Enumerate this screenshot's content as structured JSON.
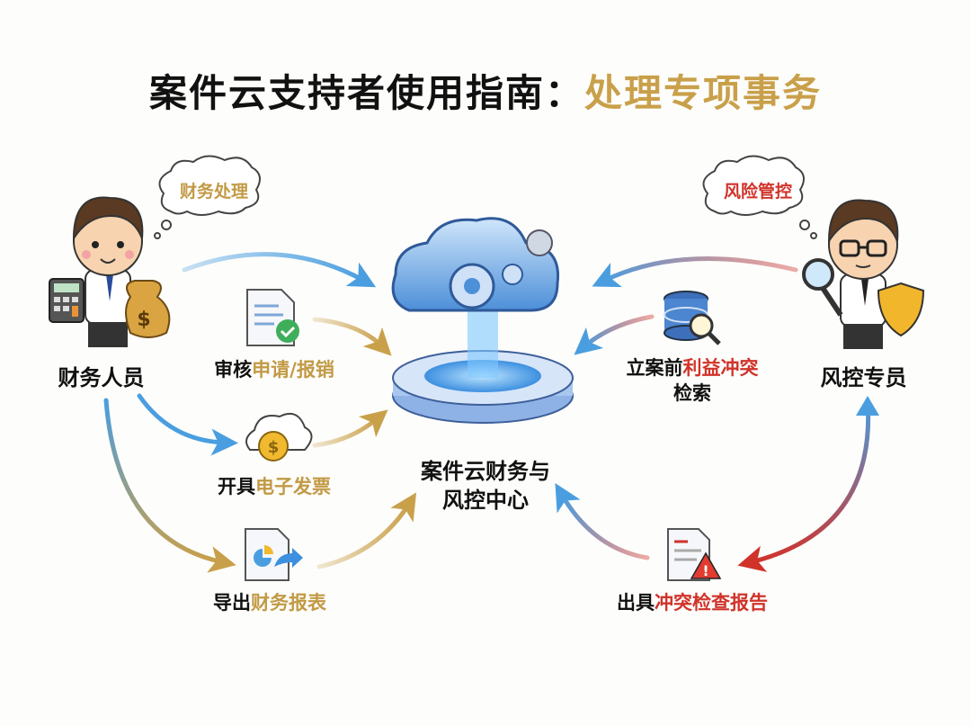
{
  "title": {
    "prefix": "案件云支持者使用指南：",
    "highlight": "处理专项事务"
  },
  "colors": {
    "gold": "#c29a45",
    "red": "#d0332a",
    "blue": "#4a9ee0"
  },
  "left_role": {
    "name": "财务人员",
    "bubble": "财务处理"
  },
  "right_role": {
    "name": "风控专员",
    "bubble": "风险管控"
  },
  "center": {
    "line1": "案件云财务与",
    "line2": "风控中心"
  },
  "left_tasks": [
    {
      "plain": "审核",
      "highlight": "申请/报销",
      "icon": "document-check-icon"
    },
    {
      "plain": "开具",
      "highlight": "电子发票",
      "icon": "cloud-coin-icon"
    },
    {
      "plain": "导出",
      "highlight": "财务报表",
      "icon": "report-export-icon"
    }
  ],
  "right_tasks": [
    {
      "plain": "立案前",
      "highlight": "利益冲突",
      "line2": "检索",
      "icon": "database-search-icon"
    },
    {
      "plain": "出具",
      "highlight": "冲突检查报告",
      "icon": "report-warning-icon"
    }
  ]
}
